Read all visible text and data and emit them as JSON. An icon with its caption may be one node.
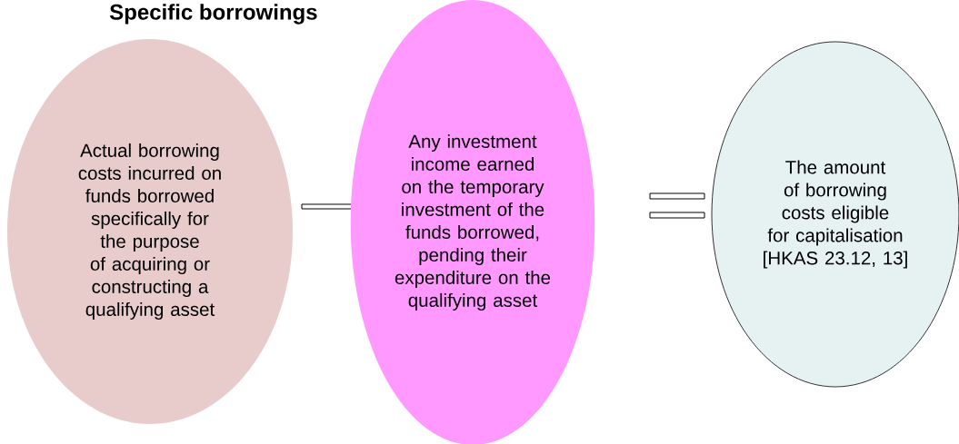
{
  "diagram": {
    "title": "Specific borrowings",
    "nodes": [
      {
        "text": [
          "Actual borrowing costs incurred on funds borrowed specifically for the purpose of acquiring or constructing a qualifying asset"
        ]
      },
      {
        "text": [
          "Any investment income earned on the temporary investment of the funds borrowed, pending their expenditure on the qualifying asset"
        ]
      },
      {
        "text": [
          "The amount of borrowing costs eligible for capitalisation [HKAS 23.12, 13]"
        ]
      }
    ]
  }
}
